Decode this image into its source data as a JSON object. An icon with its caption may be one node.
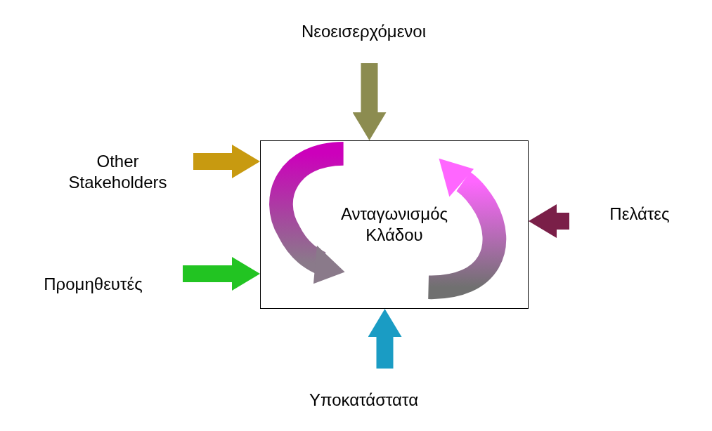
{
  "diagram": {
    "nodes": [
      {
        "text": [
          "Νεοεισερχόμενοι"
        ]
      },
      {
        "text": [
          "Other Stakeholders"
        ]
      },
      {
        "text": [
          "Ανταγωνισμός Κλάδου"
        ]
      },
      {
        "text": [
          "Πελάτες"
        ]
      },
      {
        "text": [
          "Προμηθευτές"
        ]
      },
      {
        "text": [
          "Υποκατάστατα"
        ]
      }
    ],
    "edges": [
      {
        "from": 0,
        "to": 2,
        "arrow": "to",
        "color": "#8c8c50"
      },
      {
        "from": 1,
        "to": 2,
        "arrow": "to",
        "color": "#c89a10"
      },
      {
        "from": 3,
        "to": 2,
        "arrow": "to",
        "color": "#7a1f48"
      },
      {
        "from": 4,
        "to": 2,
        "arrow": "to",
        "color": "#22c422"
      },
      {
        "from": 5,
        "to": 2,
        "arrow": "to",
        "color": "#1a9cc4"
      }
    ]
  }
}
